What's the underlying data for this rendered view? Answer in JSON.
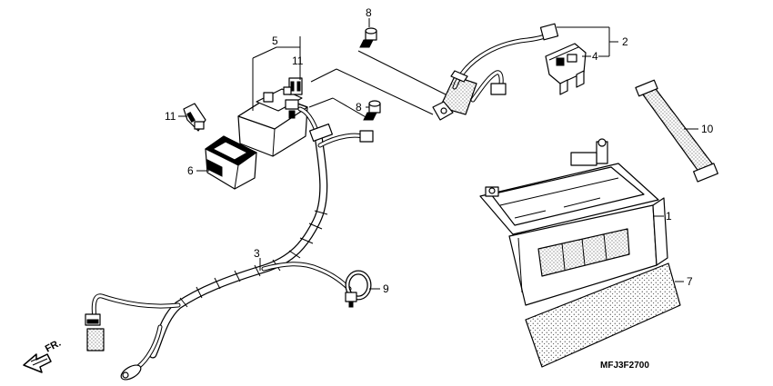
{
  "diagram": {
    "callouts": [
      {
        "id": "1",
        "label": "1"
      },
      {
        "id": "2",
        "label": "2"
      },
      {
        "id": "3",
        "label": "3"
      },
      {
        "id": "4",
        "label": "4"
      },
      {
        "id": "5",
        "label": "5"
      },
      {
        "id": "6",
        "label": "6"
      },
      {
        "id": "7",
        "label": "7"
      },
      {
        "id": "8a",
        "label": "8"
      },
      {
        "id": "8b",
        "label": "8"
      },
      {
        "id": "9",
        "label": "9"
      },
      {
        "id": "10",
        "label": "10"
      },
      {
        "id": "11a",
        "label": "11"
      },
      {
        "id": "11b",
        "label": "11"
      }
    ],
    "direction_label": "FR.",
    "drawing_code": "MFJ3F2700"
  }
}
